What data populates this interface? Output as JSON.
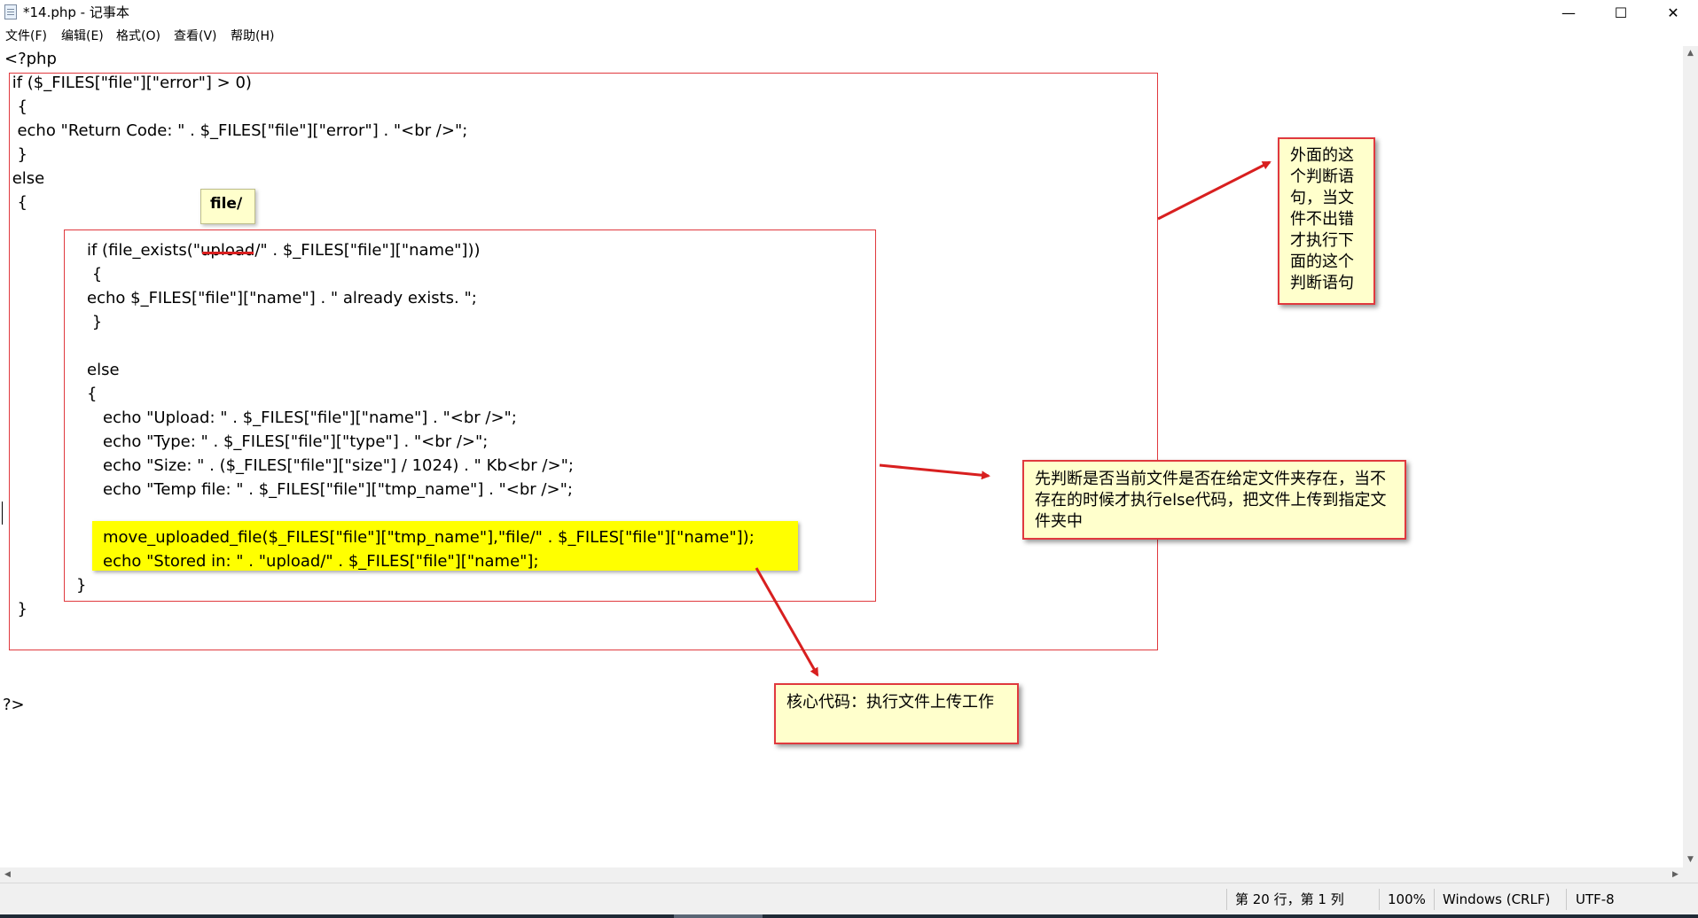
{
  "window": {
    "title": "*14.php - 记事本",
    "minimize_glyph": "—",
    "maximize_glyph": "☐",
    "close_glyph": "✕"
  },
  "menu": [
    "文件(F)",
    "编辑(E)",
    "格式(O)",
    "查看(V)",
    "帮助(H)"
  ],
  "code": {
    "lines": [
      "<?php",
      " if ($_FILES[\"file\"][\"error\"] > 0)",
      "  {",
      "  echo \"Return Code: \" . $_FILES[\"file\"][\"error\"] . \"<br />\";",
      "  }",
      " else",
      "  {",
      "if (file_exists(\"upload/\" . $_FILES[\"file\"][\"name\"]))",
      " {",
      "echo $_FILES[\"file\"][\"name\"] . \" already exists. \";",
      " }",
      "else",
      "{",
      "echo \"Upload: \" . $_FILES[\"file\"][\"name\"] . \"<br />\";",
      "echo \"Type: \" . $_FILES[\"file\"][\"type\"] . \"<br />\";",
      "echo \"Size: \" . ($_FILES[\"file\"][\"size\"] / 1024) . \" Kb<br />\";",
      "echo \"Temp file: \" . $_FILES[\"file\"][\"tmp_name\"] . \"<br />\";",
      "move_uploaded_file($_FILES[\"file\"][\"tmp_name\"],\"file/\" . $_FILES[\"file\"][\"name\"]);",
      "echo \"Stored in: \" . \"upload/\" . $_FILES[\"file\"][\"name\"];",
      "}",
      "  }",
      "?>"
    ]
  },
  "annotations": {
    "tooltip_replacement": "file/",
    "note_outer": "外面的这个判断语句，当文件不出错才执行下面的这个判断语句",
    "note_inner": "先判断是否当前文件是否在给定文件夹存在，当不存在的时候才执行else代码，把文件上传到指定文件夹中",
    "note_core": "核心代码：执行文件上传工作",
    "accent_color": "#e0393e",
    "highlight_color": "#ffff00"
  },
  "status": {
    "position": "第 20 行，第 1 列",
    "zoom": "100%",
    "line_ending": "Windows (CRLF)",
    "encoding": "UTF-8"
  }
}
